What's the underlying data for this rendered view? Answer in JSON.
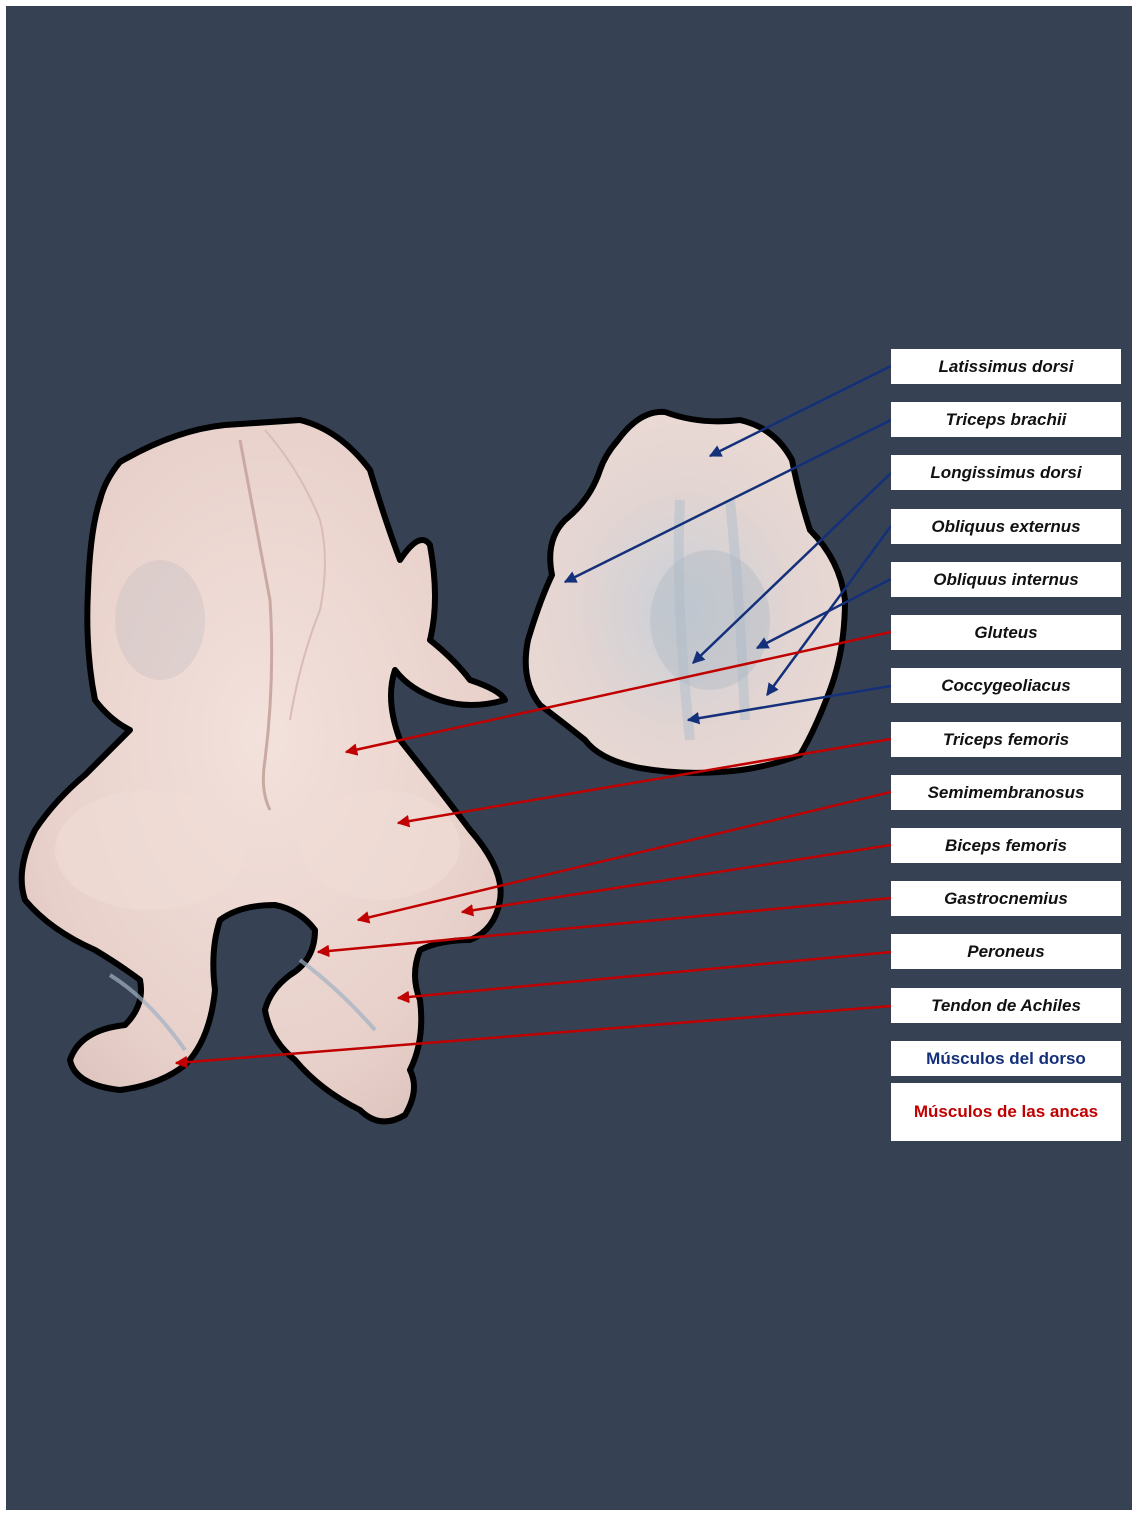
{
  "labels": {
    "latissimus_dorsi": "Latissimus dorsi",
    "triceps_brachii": "Triceps brachii",
    "longissimus_dorsi": "Longissimus dorsi",
    "obliquus_externus": "Obliquus externus",
    "obliquus_internus": "Obliquus internus",
    "gluteus": "Gluteus",
    "coccygeoliacus": "Coccygeoliacus",
    "triceps_femoris": "Triceps femoris",
    "semimembranosus": "Semimembranosus",
    "biceps_femoris": "Biceps femoris",
    "gastrocnemius": "Gastrocnemius",
    "peroneus": "Peroneus",
    "tendon_achiles": "Tendon de Achiles"
  },
  "legend": {
    "dorso": "Músculos del dorso",
    "ancas": "Músculos de las ancas"
  },
  "colors": {
    "background": "#364153",
    "dorso": "#14307a",
    "ancas": "#c00000",
    "tissue": "#e8d2cc",
    "outline": "#000000"
  }
}
